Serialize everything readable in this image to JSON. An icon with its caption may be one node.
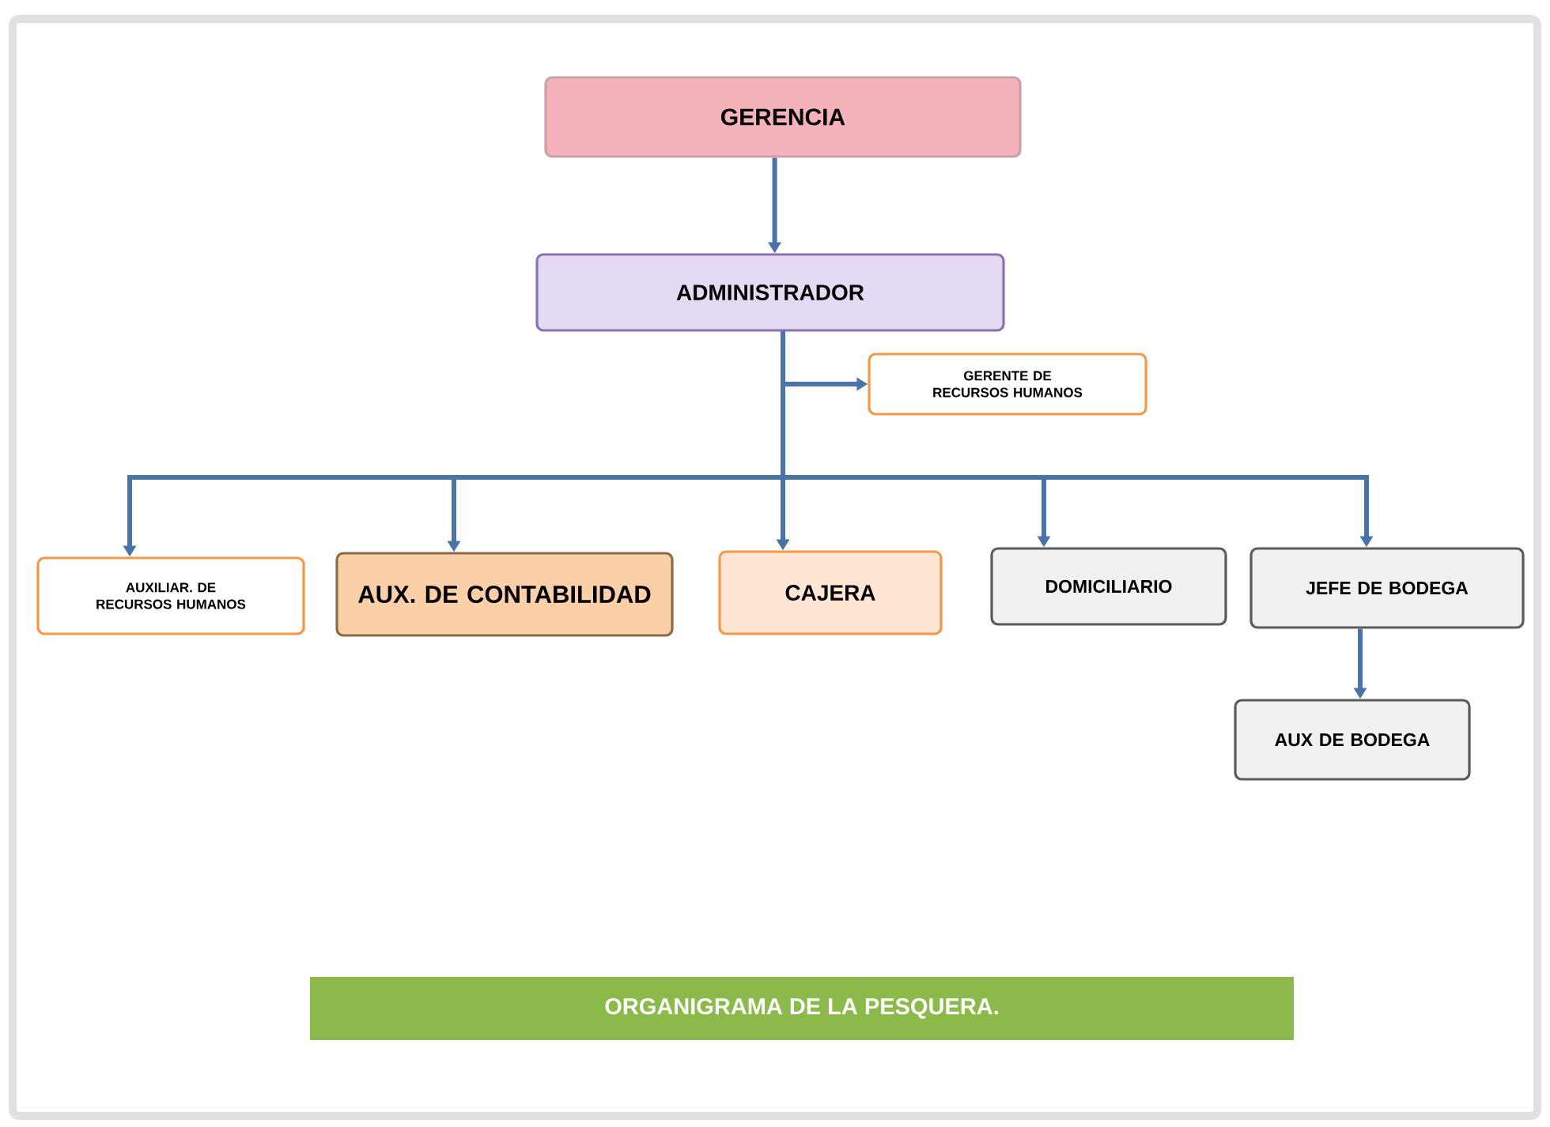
{
  "diagram": {
    "caption": "ORGANIGRAMA DE LA PESQUERA.",
    "nodes": [
      {
        "text": [
          "GERENCIA"
        ]
      },
      {
        "text": [
          "ADMINISTRADOR"
        ]
      },
      {
        "text": [
          "GERENTE DE RECURSOS HUMANOS"
        ]
      },
      {
        "text": [
          "AUXILIAR. DE RECURSOS HUMANOS"
        ]
      },
      {
        "text": [
          "AUX. DE CONTABILIDAD"
        ]
      },
      {
        "text": [
          "CAJERA"
        ]
      },
      {
        "text": [
          "DOMICILIARIO"
        ]
      },
      {
        "text": [
          "JEFE DE BODEGA"
        ]
      },
      {
        "text": [
          "AUX DE BODEGA"
        ]
      }
    ],
    "edges": [
      {
        "from": 0,
        "to": 1,
        "arrow": "to"
      },
      {
        "from": 1,
        "to": 2,
        "arrow": "to"
      },
      {
        "from": 1,
        "to": 3,
        "arrow": "to"
      },
      {
        "from": 1,
        "to": 4,
        "arrow": "to"
      },
      {
        "from": 1,
        "to": 5,
        "arrow": "to"
      },
      {
        "from": 1,
        "to": 6,
        "arrow": "to"
      },
      {
        "from": 1,
        "to": 7,
        "arrow": "to"
      },
      {
        "from": 7,
        "to": 8,
        "arrow": "to"
      }
    ]
  }
}
